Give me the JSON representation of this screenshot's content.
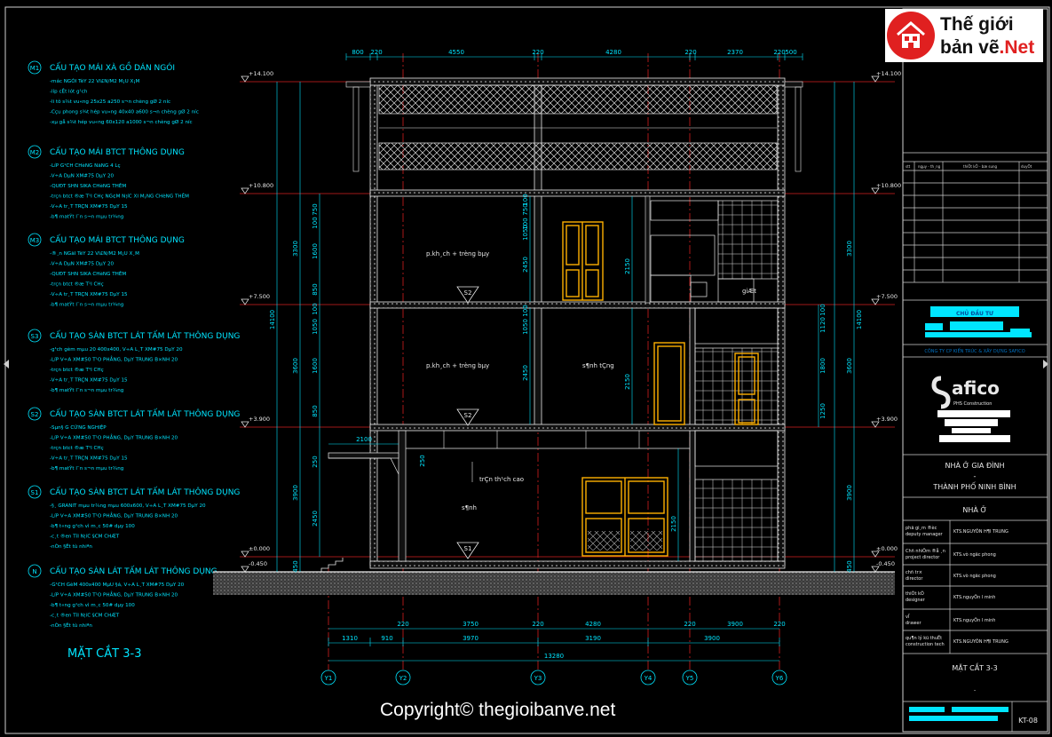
{
  "watermark": {
    "logo_line1": "Thế giới",
    "logo_line2_main": "bản vẽ",
    "logo_line2_suffix": ".Net",
    "copyright": "Copyright© thegioibanve.net"
  },
  "legend": [
    {
      "tag": "M1",
      "title": "CẤU TẠO MÁI XÀ GỒ DÁN NGÓI",
      "lines": [
        "-mác NGÓI TèY 22 VI£N/M2 M¡U X¡M",
        "-líp cÊt lót g¹ch",
        "-li tô s¾t vu«ng 25x25 a250 s¬n chèng gØ 2 n­íc",
        "-Cçu phong s¾t hép vu«ng 40x40 a600 s¬n chèng gØ 2 n­íc",
        "-xµ gå s¾t hép vu«ng 60x120 a1000 s¬n chèng gØ 2 n­íc"
      ]
    },
    {
      "tag": "M2",
      "title": "CẤU TẠO MÁI BTCT THÔNG DỤNG",
      "lines": [
        "-LíP G¹CH CHèNG NãNG 4 Lç",
        "-V÷A DµN XM#75 DµY 20",
        "-QUÐT SHN SIKA CHèNG THÊM",
        "-trçn btct ®æ T¹I CHç NG¢M N¦íC XI M¡NG CHèNG THÊM",
        "-V÷A tr¸T TRÇN XM#75 DµY 15",
        "-b¶ matÝt l¨n s¬n mµu tr¾ng"
      ]
    },
    {
      "tag": "M3",
      "title": "CẤU TẠO MÁI BTCT THÔNG DỤNG",
      "lines": [
        "-®¸n NGãI TèY 22 VI£N/M2 M¡U X¸M",
        "-V÷A DµN XM#75 DµY 20",
        "-QUÐT SHN SIKA CHèNG THÊM",
        "-trçn btct ®æ T¹I CHç",
        "-V÷A tr¸T TRÇN XM#75 DµY 15",
        "-b¶ matÝt l¨n s¬n mµu tr¾ng"
      ]
    },
    {
      "tag": "S3",
      "title": "CẤU TẠO SÀN BTCT LÁT TẤM LÁT THÔNG DỤNG",
      "lines": [
        "-g¹ch gèm mµu 20 400x400, V÷A L¸T XM#75 DµY 20",
        "-LíP V÷A XM#50 T¹O PHẲNG, DµY TRUNG B×NH 20",
        "-trçn btct ®æ T¹I CHç",
        "-V÷A tr¸T TRÇN XM#75 DµY 15",
        "-b¶ matÝt l¨n s¬n mµu tr¾ng"
      ]
    },
    {
      "tag": "S2",
      "title": "CẤU TẠO SÀN BTCT LÁT TẤM LÁT THÔNG DỤNG",
      "lines": [
        "-Sµn§ G CỨNG NGHIỆP",
        "-LíP V÷A XM#50 T¹O PHẲNG, DµY TRUNG B×NH 20",
        "-trçn btct ®æ T¹I CHç",
        "-V÷A tr¸T TRÇN XM#75 DµY 15",
        "-b¶ matÝt l¨n s¬n mµu tr¾ng"
      ]
    },
    {
      "tag": "S1",
      "title": "CẤU TẠO SÀN BTCT LÁT TẤM LÁT THÔNG DỤNG",
      "lines": [
        "-§¸ GRANIT mµu tr¾ng mµu 600x600, V÷A L¸T XM#75 DµY 20",
        "-LíP V÷A XM#50 T¹O PHẲNG, DµY TRUNG B×NH 20",
        "-b¶ t«ng g¹ch vì m¸c 50# dµy 100",
        "-c¸t ®en T­íI N¦íC §CM CHÆT",
        "-nÒn §Êt tù nhiªn"
      ]
    },
    {
      "tag": "N",
      "title": "CẤU TẠO SÀN LÁT TẤM LÁT THÔNG DỤNG",
      "lines": [
        "-G¹CH GèM 400x400 MµU §á, V÷A L¸T XM#75 DµY 20",
        "-LíP V÷A XM#50 T¹O PHẲNG, DµY TRUNG B×NH 20",
        "-b¶ t«ng g¹ch vì m¸c 50# dµy 100",
        "-c¸t ®en T­íI N¦íC §CM CHÆT",
        "-nÒn §Êt tù nhiªn"
      ]
    }
  ],
  "section_title": "MẶT CẮT 3-3",
  "top_dims": [
    "800",
    "220",
    "4550",
    "220",
    "4280",
    "220",
    "2370",
    "220",
    "500"
  ],
  "bottom_dims_row1": [
    "220",
    "3750",
    "220",
    "4280",
    "220",
    "3900",
    "220"
  ],
  "bottom_dims_row2": [
    "1310",
    "910",
    "3970",
    "3190",
    "3900"
  ],
  "bottom_total": "13280",
  "axes": [
    "Y1",
    "Y2",
    "Y3",
    "Y4",
    "Y5",
    "Y6"
  ],
  "levels": [
    "+14.100",
    "+10.800",
    "+7.500",
    "+3.900",
    "±0.000",
    "-0.450"
  ],
  "left_dims": {
    "overall": "14100",
    "floor3": "3300",
    "floor2": "3600",
    "floor1": "3900",
    "base": "450"
  },
  "floor3_stack": [
    "750",
    "100",
    "1600",
    "850"
  ],
  "floor2_stack": [
    "100",
    "1050",
    "1600",
    "850"
  ],
  "floor1_stack": [
    "250",
    "2450"
  ],
  "right_dims": {
    "overall": "14100",
    "floor3": "3300",
    "floor2": "3600",
    "floor1": "3900",
    "base": "450"
  },
  "right_floor2_stack": [
    "100",
    "1120",
    "1800",
    "1250"
  ],
  "interior_dims": [
    "100",
    "750",
    "100",
    "1050",
    "2450",
    "2150",
    "100",
    "1050",
    "2450",
    "2150",
    "2150"
  ],
  "overhang_dim": "2100",
  "rooms": {
    "f3_left": "p.kh¸ch + trèng bµy",
    "f3_toilet": "giÆt",
    "f2_left": "p.kh¸ch + trèng bµy",
    "f2_mid": "s¶nh tÇng",
    "f1_left": "s¶nh",
    "f1_ceiling": "trÇn th¹ch cao"
  },
  "section_markers": [
    "S2",
    "S2",
    "S1"
  ],
  "title_block": {
    "header_cols": [
      "stt",
      "ngµy - th¸ng",
      "thiÕt kÕ - bæ sung",
      "duyÖt"
    ],
    "owner_label": "CHỦ ĐẦU TƯ",
    "company": "CÔNG TY CP KIẾN TRÚC & XÂY DỰNG SAFICO",
    "brand_main": "afico",
    "brand_sub": "PHS Construction",
    "project_line1": "NHÀ Ở GIA ĐÌNH",
    "project_dash": "-",
    "project_line2": "THÀNH PHỐ NINH BÌNH",
    "item": "NHÀ Ở",
    "roles": [
      {
        "role": "phã gi¸m ®èc\ndeputy manager",
        "name": "KTS.NGUYÔN H¶I TRUNG"
      },
      {
        "role": "Chñ nhiÖm ®å ¸n\nproject director",
        "name": "KTS.vò ngäc phong"
      },
      {
        "role": "chñ tr×\ndirector",
        "name": "KTS.vò ngäc phong"
      },
      {
        "role": "thiÕt kÕ\ndesigner",
        "name": "KTS.nguyÔn l­ minh"
      },
      {
        "role": "vÏ\ndrawer",
        "name": "KTS.nguyÔn l­ minh"
      },
      {
        "role": "qu¶n lý kü thuËt\nconstruction tech",
        "name": "KTS.NGUYÔN H¶I TRUNG"
      }
    ],
    "drawing_title": "MẶT CẮT 3-3",
    "drawing_dot": ".",
    "sheet_no": "KT-08"
  }
}
